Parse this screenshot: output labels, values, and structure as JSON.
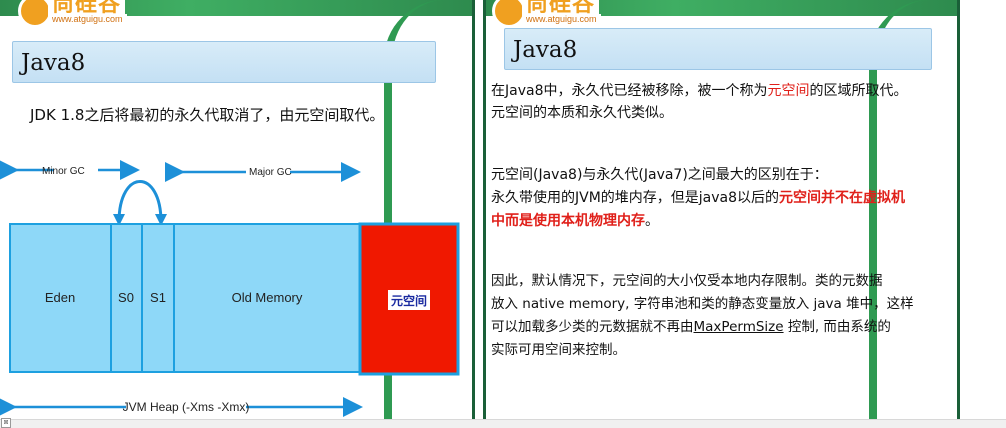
{
  "left_slide": {
    "logo_text": "尚硅谷",
    "logo_url": "www.atguigu.com",
    "title": "Java8",
    "subtitle": "JDK 1.8之后将最初的永久代取消了，由元空间取代。",
    "diagram": {
      "minor_gc": "Minor GC",
      "major_gc": "Major GC",
      "eden": "Eden",
      "s0": "S0",
      "s1": "S1",
      "old_memory": "Old Memory",
      "metaspace": "元空间",
      "jvm_heap": "JVM Heap (-Xms -Xmx)"
    },
    "colors": {
      "heap_fill": "#8ed8f8",
      "heap_border": "#1da0e0",
      "metaspace_fill": "#f01800",
      "arrow": "#1d90d8"
    }
  },
  "right_slide": {
    "logo_text": "尚硅谷",
    "logo_url": "www.atguigu.com",
    "title": "Java8",
    "p1_a": "在Java8中，永久代已经被移除，被一个称为",
    "p1_red": "元空间",
    "p1_b": "的区域所取代。",
    "p1_line2": "元空间的本质和永久代类似。",
    "p2_line1": "元空间(Java8)与永久代(Java7)之间最大的区别在于：",
    "p2_line2_a": "永久带使用的JVM的堆内存，但是java8以后的",
    "p2_line2_red": "元空间并不在虚拟机",
    "p2_line3_red": "中而是使用本机物理内存",
    "p2_line3_b": "。",
    "p3_line1": "因此，默认情况下，元空间的大小仅受本地内存限制。类的元数据",
    "p3_line2": "放入 native memory, 字符串池和类的静态变量放入 java 堆中，这样",
    "p3_line3_a": "可以加载多少类的元数据就不再由",
    "p3_line3_u": "MaxPermSize",
    "p3_line3_b": " 控制, 而由系统的",
    "p3_line4": "实际可用空间来控制。"
  }
}
